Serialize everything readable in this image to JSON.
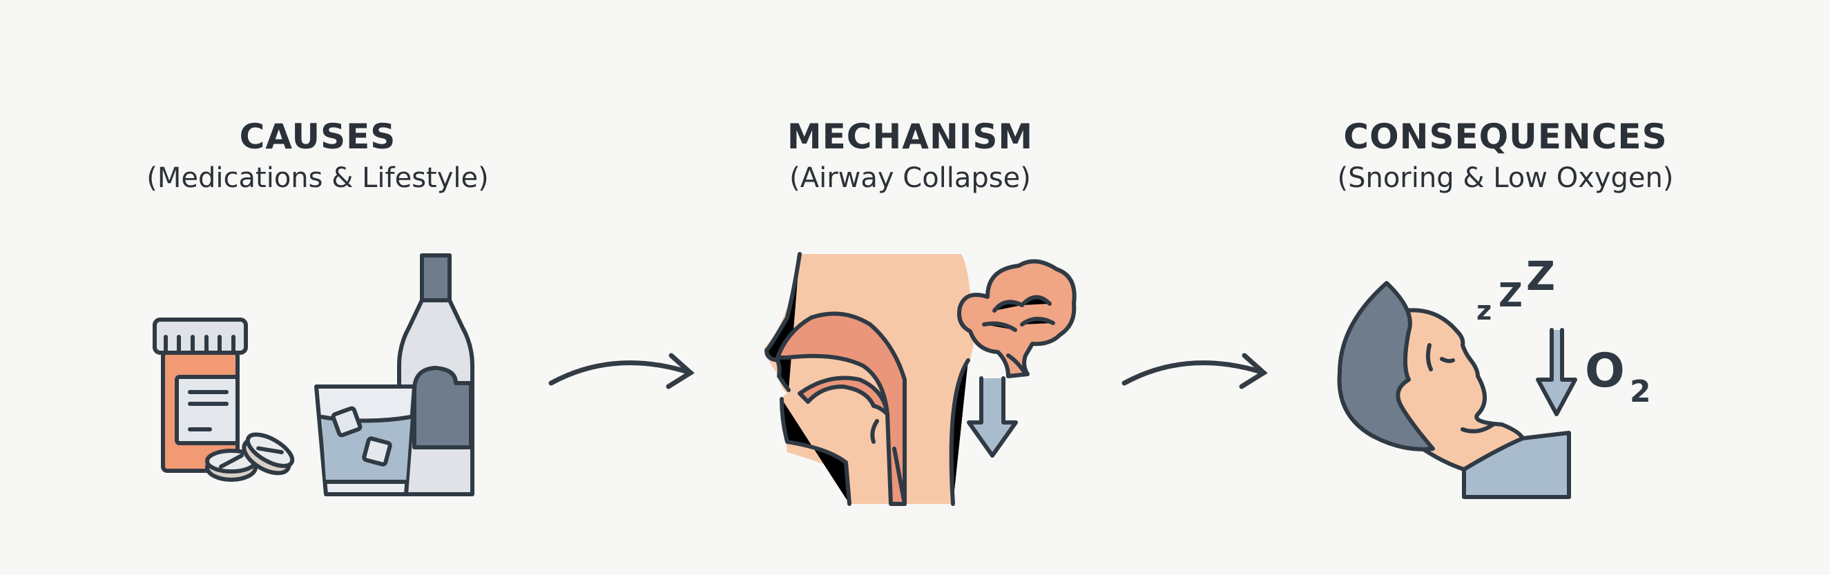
{
  "diagram": {
    "stages": [
      {
        "title": "CAUSES",
        "subtitle": "(Medications & Lifestyle)",
        "icons": [
          "pill-bottle-icon",
          "pills-icon",
          "whiskey-glass-icon",
          "liquor-bottle-icon"
        ]
      },
      {
        "title": "MECHANISM",
        "subtitle": "(Airway Collapse)",
        "icons": [
          "head-cross-section-icon",
          "brain-icon",
          "down-arrow-icon"
        ]
      },
      {
        "title": "CONSEQUENCES",
        "subtitle": "(Snoring & Low Oxygen)",
        "icons": [
          "sleeping-person-icon",
          "zzz-icon",
          "down-arrow-icon",
          "oxygen-icon"
        ]
      }
    ],
    "connectors": [
      "arrow-right-icon",
      "arrow-right-icon"
    ],
    "labels": {
      "zzz": [
        "z",
        "Z",
        "Z"
      ],
      "oxygen": "O",
      "oxygen_subscript": "2"
    },
    "colors": {
      "background": "#f7f7f5",
      "outline": "#2f3a44",
      "orange": "#f19a74",
      "skin": "#f7c8a8",
      "tissue": "#e9967a",
      "slate": "#6e7c8c",
      "light_blue": "#a9bccd",
      "light_gray": "#dfe3e7"
    }
  }
}
